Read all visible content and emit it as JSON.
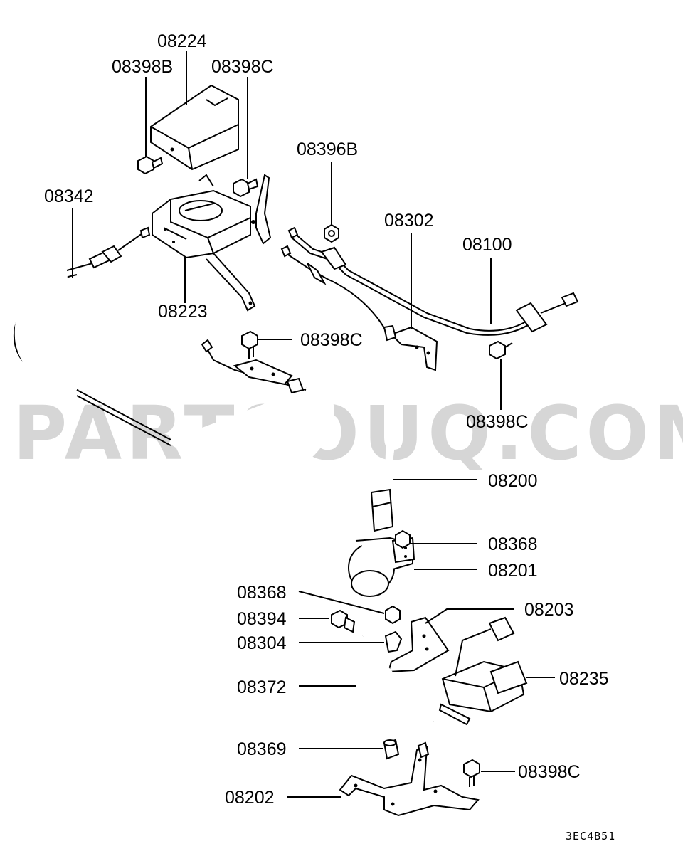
{
  "diagram": {
    "watermark": "PARTSOUQ.COM",
    "reference_code": "3EC4B51",
    "labels": {
      "p08224": "08224",
      "p08398B": "08398B",
      "p08398C_top": "08398C",
      "p08396B": "08396B",
      "p08342": "08342",
      "p08302": "08302",
      "p08100": "08100",
      "p08223": "08223",
      "p08398C_mid": "08398C",
      "p08398C_right": "08398C",
      "p08200": "08200",
      "p08368_a": "08368",
      "p08201": "08201",
      "p08368_b": "08368",
      "p08203": "08203",
      "p08394": "08394",
      "p08304": "08304",
      "p08235": "08235",
      "p08372": "08372",
      "p08369": "08369",
      "p08398C_bottom": "08398C",
      "p08202": "08202"
    }
  }
}
